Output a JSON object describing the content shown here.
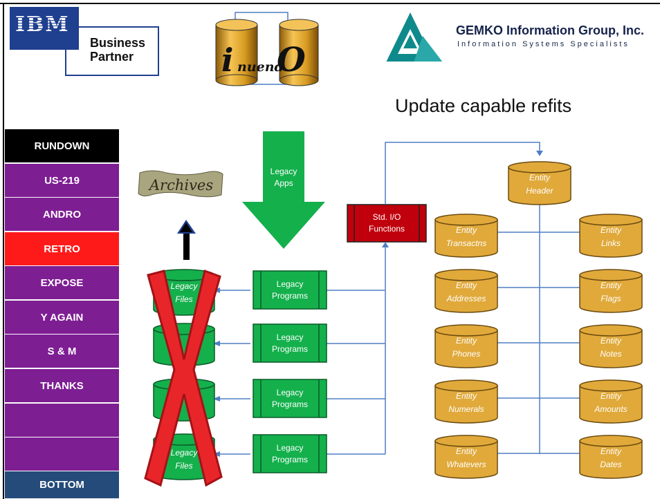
{
  "logos": {
    "ibm": "IBM",
    "business_partner": [
      "Business",
      "Partner"
    ],
    "innuendo": "InuendO",
    "gemko_title": "GEMKO Information Group, Inc.",
    "gemko_subtitle": "Information Systems Specialists"
  },
  "title": "Update capable refits",
  "menu": [
    {
      "label": "RUNDOWN",
      "color": "#000000"
    },
    {
      "label": "US-219",
      "color": "#7e1e93"
    },
    {
      "label": "ANDRO",
      "color": "#7e1e93"
    },
    {
      "label": "RETRO",
      "color": "#ff1a1a"
    },
    {
      "label": "EXPOSE",
      "color": "#7e1e93"
    },
    {
      "label": "Y AGAIN",
      "color": "#7e1e93"
    },
    {
      "label": "S & M",
      "color": "#7e1e93"
    },
    {
      "label": "THANKS",
      "color": "#7e1e93"
    },
    {
      "label": "",
      "color": "#7e1e93"
    },
    {
      "label": "",
      "color": "#7e1e93"
    },
    {
      "label": "BOTTOM",
      "color": "#244b7a"
    }
  ],
  "diagram": {
    "archives": "Archives",
    "legacy_apps": [
      "Legacy",
      "Apps"
    ],
    "std_io": [
      "Std. I/O",
      "Functions"
    ],
    "legacy_files": [
      "Legacy",
      "Files"
    ],
    "legacy_programs": [
      "Legacy",
      "Programs"
    ],
    "entity_header": [
      "Entity",
      "Header"
    ],
    "entities_left": [
      [
        "Entity",
        "Transactns"
      ],
      [
        "Entity",
        "Addresses"
      ],
      [
        "Entity",
        "Phones"
      ],
      [
        "Entity",
        "Numerals"
      ],
      [
        "Entity",
        "Whatevers"
      ]
    ],
    "entities_right": [
      [
        "Entity",
        "Links"
      ],
      [
        "Entity",
        "Flags"
      ],
      [
        "Entity",
        "Notes"
      ],
      [
        "Entity",
        "Amounts"
      ],
      [
        "Entity",
        "Dates"
      ]
    ]
  },
  "colors": {
    "green": "#14b04c",
    "gold": "#e0a93a",
    "std_io_red": "#c0000c",
    "connector_blue": "#4f7fc4",
    "cross_red": "#e8262a"
  }
}
